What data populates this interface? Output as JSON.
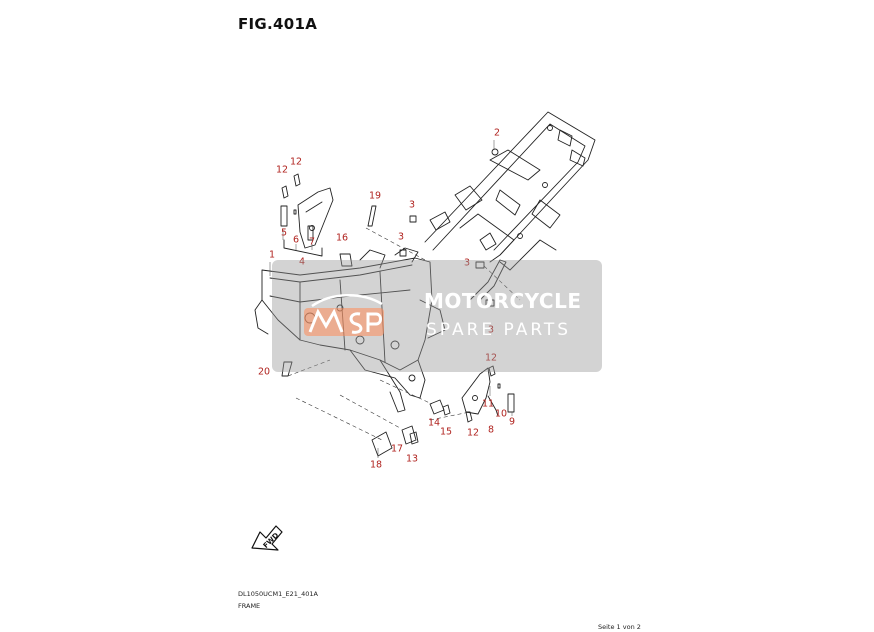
{
  "figure": {
    "title": "FIG.401A"
  },
  "callouts": [
    {
      "id": "c-2",
      "text": "2"
    },
    {
      "id": "c-12a",
      "text": "12"
    },
    {
      "id": "c-12b",
      "text": "12"
    },
    {
      "id": "c-19",
      "text": "19"
    },
    {
      "id": "c-3a",
      "text": "3"
    },
    {
      "id": "c-3b",
      "text": "3"
    },
    {
      "id": "c-3c",
      "text": "3"
    },
    {
      "id": "c-3d",
      "text": "3"
    },
    {
      "id": "c-5",
      "text": "5"
    },
    {
      "id": "c-6",
      "text": "6"
    },
    {
      "id": "c-7",
      "text": "7"
    },
    {
      "id": "c-4",
      "text": "4"
    },
    {
      "id": "c-16",
      "text": "16"
    },
    {
      "id": "c-1",
      "text": "1"
    },
    {
      "id": "c-20",
      "text": "20"
    },
    {
      "id": "c-12c",
      "text": "12"
    },
    {
      "id": "c-11",
      "text": "11"
    },
    {
      "id": "c-10",
      "text": "10"
    },
    {
      "id": "c-9",
      "text": "9"
    },
    {
      "id": "c-8",
      "text": "8"
    },
    {
      "id": "c-12d",
      "text": "12"
    },
    {
      "id": "c-14",
      "text": "14"
    },
    {
      "id": "c-15",
      "text": "15"
    },
    {
      "id": "c-17",
      "text": "17"
    },
    {
      "id": "c-13",
      "text": "13"
    },
    {
      "id": "c-18",
      "text": "18"
    }
  ],
  "watermark": {
    "line1": "MOTORCYCLE",
    "line2": "SPARE PARTS"
  },
  "fwd_label": "FWD",
  "footer": {
    "code": "DL1050UCM1_E21_401A",
    "name": "FRAME",
    "page": "Seite 1 von 2"
  },
  "colors": {
    "callout": "#b0231f",
    "line": "#222222",
    "watermark": "#969696"
  }
}
